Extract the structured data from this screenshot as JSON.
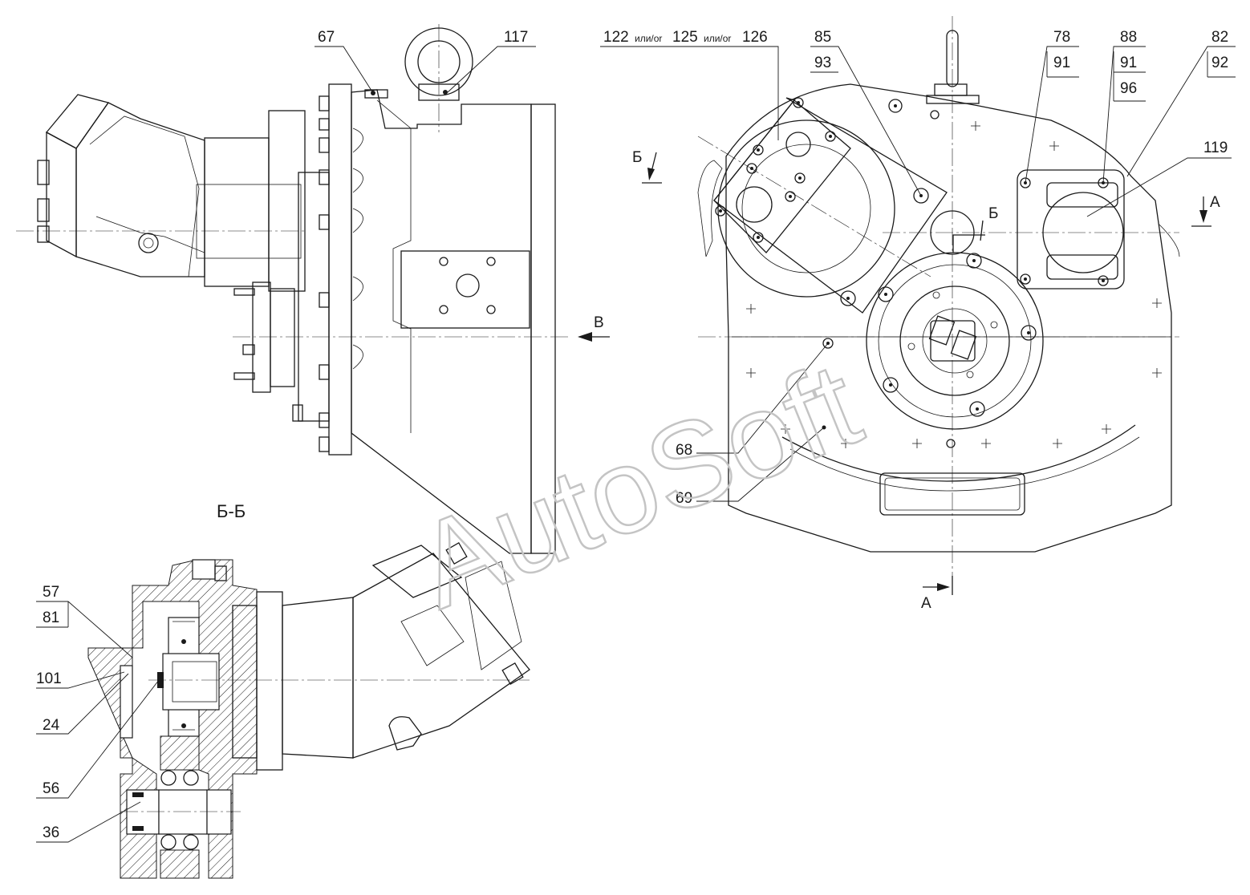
{
  "section_title": "Б-Б",
  "watermark": "AutoSoft",
  "section_markers": {
    "b_top_left": "Б",
    "b_center": "Б",
    "a_right": "А",
    "a_bottom": "А",
    "view_v": "В"
  },
  "callouts": {
    "c67": "67",
    "c117": "117",
    "c122": "122",
    "c125": "125",
    "c126": "126",
    "or_word": "или/or",
    "c85": "85",
    "c93": "93",
    "c78": "78",
    "c91a": "91",
    "c88": "88",
    "c91b": "91",
    "c96": "96",
    "c82": "82",
    "c92": "92",
    "c119": "119",
    "c68": "68",
    "c69": "69",
    "c57": "57",
    "c81": "81",
    "c101": "101",
    "c24": "24",
    "c56": "56",
    "c36": "36"
  }
}
